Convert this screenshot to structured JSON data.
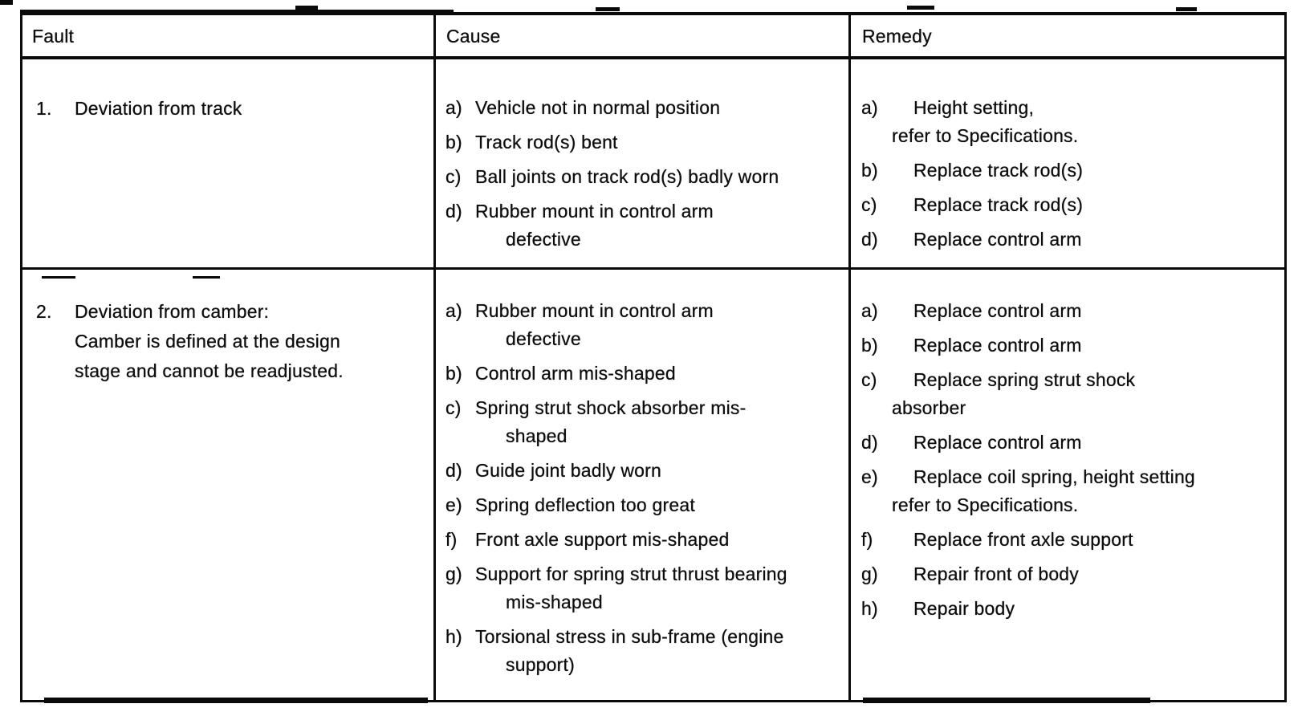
{
  "colors": {
    "ink": "#0e0e0e",
    "paper": "#ffffff"
  },
  "table": {
    "headers": [
      "Fault",
      "Cause",
      "Remedy"
    ],
    "rows": [
      {
        "number": "1.",
        "fault_lines": [
          "Deviation from track"
        ],
        "causes": [
          {
            "label": "a)",
            "lines": [
              "Vehicle not in normal position"
            ]
          },
          {
            "label": "b)",
            "lines": [
              "Track rod(s) bent"
            ]
          },
          {
            "label": "c)",
            "lines": [
              "Ball joints on track rod(s) badly worn"
            ]
          },
          {
            "label": "d)",
            "lines": [
              "Rubber mount in control arm",
              "defective"
            ]
          }
        ],
        "remedies": [
          {
            "label": "a)",
            "lines": [
              "Height setting,",
              "refer to Specifications."
            ]
          },
          {
            "label": "b)",
            "lines": [
              "Replace track rod(s)"
            ]
          },
          {
            "label": "c)",
            "lines": [
              "Replace track rod(s)"
            ]
          },
          {
            "label": "d)",
            "lines": [
              "Replace control arm"
            ]
          }
        ]
      },
      {
        "number": "2.",
        "fault_lines": [
          "Deviation from camber:",
          "Camber is defined at the design",
          "stage and cannot be readjusted."
        ],
        "causes": [
          {
            "label": "a)",
            "lines": [
              "Rubber mount in control arm",
              "defective"
            ]
          },
          {
            "label": "b)",
            "lines": [
              "Control arm mis-shaped"
            ]
          },
          {
            "label": "c)",
            "lines": [
              "Spring strut shock absorber mis-",
              "shaped"
            ]
          },
          {
            "label": "d)",
            "lines": [
              "Guide joint badly worn"
            ]
          },
          {
            "label": "e)",
            "lines": [
              "Spring deflection too great"
            ]
          },
          {
            "label": "f)",
            "lines": [
              "Front axle support mis-shaped"
            ]
          },
          {
            "label": "g)",
            "lines": [
              "Support for spring strut thrust bearing",
              "mis-shaped"
            ]
          },
          {
            "label": "h)",
            "lines": [
              "Torsional stress in sub-frame (engine",
              "support)"
            ]
          }
        ],
        "remedies": [
          {
            "label": "a)",
            "lines": [
              "Replace control arm"
            ]
          },
          {
            "label": "b)",
            "lines": [
              "Replace control arm"
            ]
          },
          {
            "label": "c)",
            "lines": [
              "Replace spring strut shock",
              "absorber"
            ]
          },
          {
            "label": "d)",
            "lines": [
              "Replace control arm"
            ]
          },
          {
            "label": "e)",
            "lines": [
              "Replace coil spring, height setting",
              "refer to Specifications."
            ]
          },
          {
            "label": "f)",
            "lines": [
              "Replace front axle support"
            ]
          },
          {
            "label": "g)",
            "lines": [
              "Repair front of body"
            ]
          },
          {
            "label": "h)",
            "lines": [
              "Repair body"
            ]
          }
        ]
      }
    ]
  }
}
